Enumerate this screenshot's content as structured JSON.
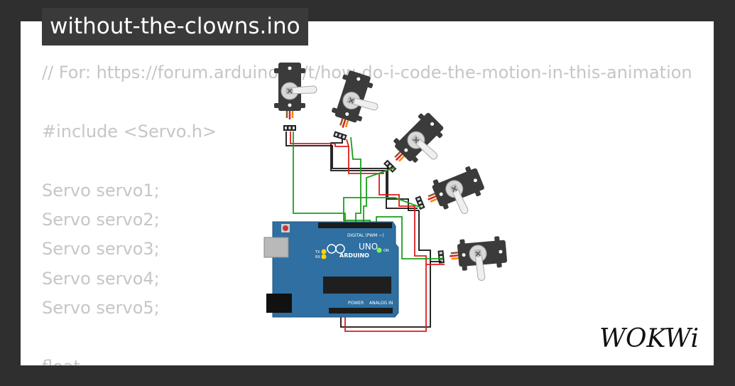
{
  "window": {
    "title": "without-the-clowns.ino"
  },
  "code_lines": [
    "// For: https://forum.arduino.cc/t/how-do-i-code-the-motion-in-this-animation",
    "",
    "#include <Servo.h>",
    "",
    "Servo servo1;",
    "Servo servo2;",
    "Servo servo3;",
    "Servo servo4;",
    "Servo servo5;",
    "",
    "float ..."
  ],
  "board": {
    "name": "UNO",
    "brand": "ARDUINO",
    "digital_label": "DIGITAL (PWM ~)",
    "power_label": "POWER",
    "analog_label": "ANALOG IN",
    "led_on": "ON",
    "led_tx": "TX",
    "led_rx": "RX",
    "color": "#2f6fa1"
  },
  "branding": {
    "logo": "WOKWi"
  },
  "colors": {
    "wire_green": "#19a01c",
    "wire_red": "#e01b1b",
    "wire_black": "#111111",
    "servo_body": "#3b3b3b"
  }
}
